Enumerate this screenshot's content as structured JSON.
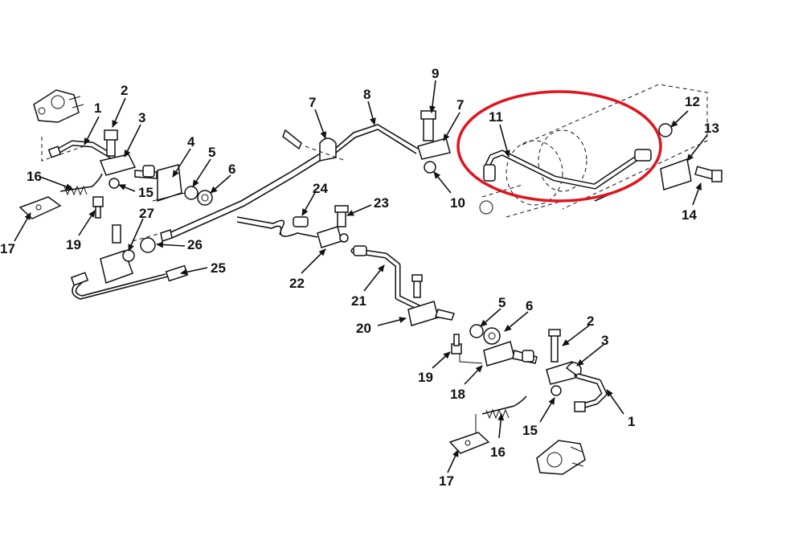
{
  "highlight_color": "#e0141e",
  "labels": {
    "c1": "1",
    "c1b": "1",
    "c2": "2",
    "c2b": "2",
    "c3": "3",
    "c3b": "3",
    "c4": "4",
    "c5": "5",
    "c5b": "5",
    "c6": "6",
    "c6b": "6",
    "c7": "7",
    "c7b": "7",
    "c8": "8",
    "c9": "9",
    "c10": "10",
    "c11": "11",
    "c12": "12",
    "c13": "13",
    "c14": "14",
    "c15": "15",
    "c15b": "15",
    "c16": "16",
    "c16b": "16",
    "c17": "17",
    "c17b": "17",
    "c18": "18",
    "c19": "19",
    "c19b": "19",
    "c20": "20",
    "c21": "21",
    "c22": "22",
    "c23": "23",
    "c24": "24",
    "c25": "25",
    "c26": "26",
    "c27": "27"
  }
}
